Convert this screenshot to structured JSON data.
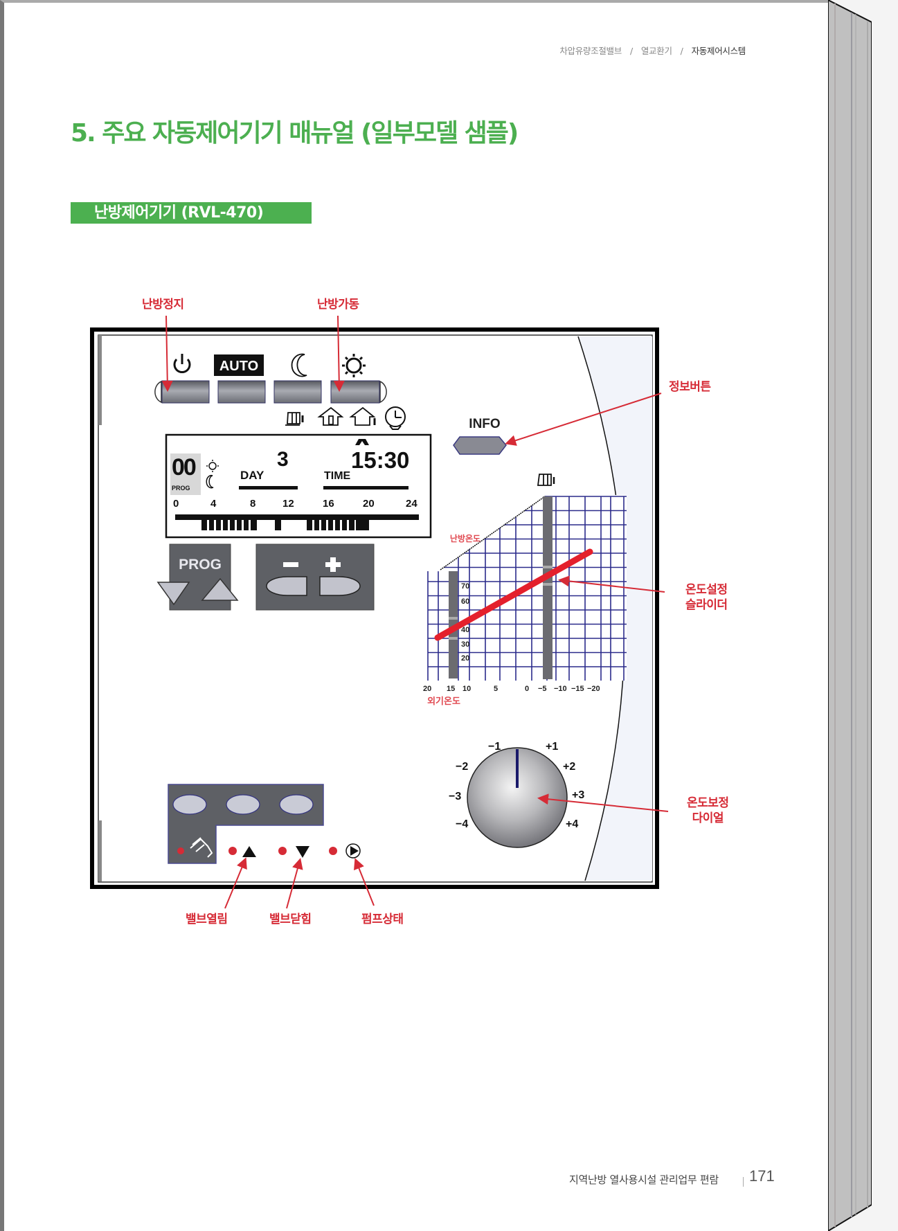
{
  "breadcrumb": {
    "items": [
      "차압유량조절밸브",
      "열교환기",
      "자동제어시스템"
    ],
    "separator": "/"
  },
  "heading": {
    "title": "5. 주요 자동제어기기 매뉴얼 (일부모델 샘플)",
    "section_label": "난방제어기기 (RVL-470)"
  },
  "device": {
    "mode_labels": {
      "auto": "AUTO"
    },
    "mode_icons": [
      "power-icon",
      "auto-badge",
      "moon-icon",
      "sun-icon"
    ],
    "status_icons": [
      "radiator-icon",
      "house-icon",
      "house-outline-icon",
      "clock-icon"
    ],
    "info_label": "INFO",
    "lcd": {
      "prog_value": "00",
      "prog_label": "PROG",
      "day_label": "DAY",
      "day_value": "3",
      "time_label": "TIME",
      "time_value": "15:30",
      "hour_ticks": [
        "0",
        "4",
        "8",
        "12",
        "16",
        "20",
        "24"
      ]
    },
    "prog_button_label": "PROG",
    "minus_label": "−",
    "plus_label": "+",
    "heating_curve": {
      "y_label": "난방온도",
      "x_label": "외기온도",
      "y_ticks": [
        "70",
        "60",
        "40",
        "30",
        "20"
      ],
      "x_ticks": [
        "20",
        "15",
        "10",
        "5",
        "0",
        "−5",
        "−10",
        "−15",
        "−20"
      ]
    },
    "dial": {
      "ticks_left": [
        "−1",
        "−2",
        "−3",
        "−4"
      ],
      "ticks_right": [
        "+1",
        "+2",
        "+3",
        "+4"
      ]
    }
  },
  "callouts": {
    "heating_stop": "난방정지",
    "heating_run": "난방가동",
    "info_button": "정보버튼",
    "temp_slider": [
      "온도설정",
      "슬라이더"
    ],
    "temp_dial": [
      "온도보정",
      "다이얼"
    ],
    "valve_open": "밸브열림",
    "valve_close": "밸브닫힘",
    "pump_status": "펌프상태"
  },
  "footer": {
    "book_title": "지역난방 열사용시설 관리업무 편람",
    "page_number": "171"
  },
  "colors": {
    "accent_green": "#4cb050",
    "callout_red": "#d62b36",
    "grid_blue": "#2a2a8a",
    "panel_gray": "#5e6065"
  }
}
